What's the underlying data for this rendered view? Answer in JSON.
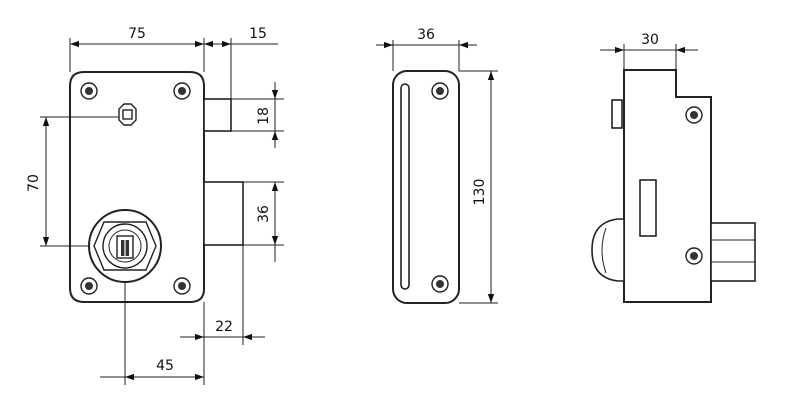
{
  "drawing": {
    "front_view": {
      "dimensions": {
        "width": "75",
        "bolt_offset": "15",
        "upper_bolt": "18",
        "spindle_to_cylinder": "70",
        "lower_bolt": "36",
        "bolt_projection": "22",
        "backset": "45"
      }
    },
    "side_view": {
      "dimensions": {
        "depth": "36",
        "height": "130"
      }
    },
    "rear_view": {
      "dimensions": {
        "depth": "30"
      }
    }
  }
}
